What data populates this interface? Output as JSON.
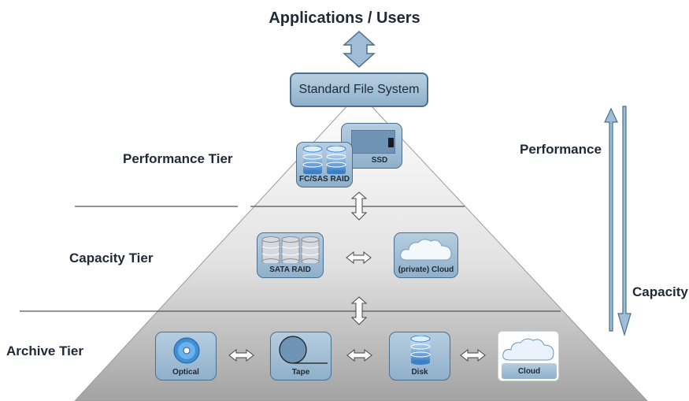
{
  "header": {
    "title": "Applications / Users"
  },
  "file_system": {
    "label": "Standard File System"
  },
  "tiers": {
    "performance": {
      "label": "Performance Tier",
      "items": [
        "FC/SAS RAID",
        "SSD"
      ]
    },
    "capacity": {
      "label": "Capacity Tier",
      "items": [
        "SATA RAID",
        "(private) Cloud"
      ]
    },
    "archive": {
      "label": "Archive Tier",
      "items": [
        "Optical",
        "Tape",
        "Disk",
        "Cloud"
      ]
    }
  },
  "scale": {
    "top_label": "Performance",
    "bottom_label": "Capacity"
  },
  "colors": {
    "accent": "#8fb0cb",
    "border": "#4b6f8c",
    "pyramid_top": "#f4f4f4",
    "pyramid_bottom": "#9a9a9a"
  }
}
